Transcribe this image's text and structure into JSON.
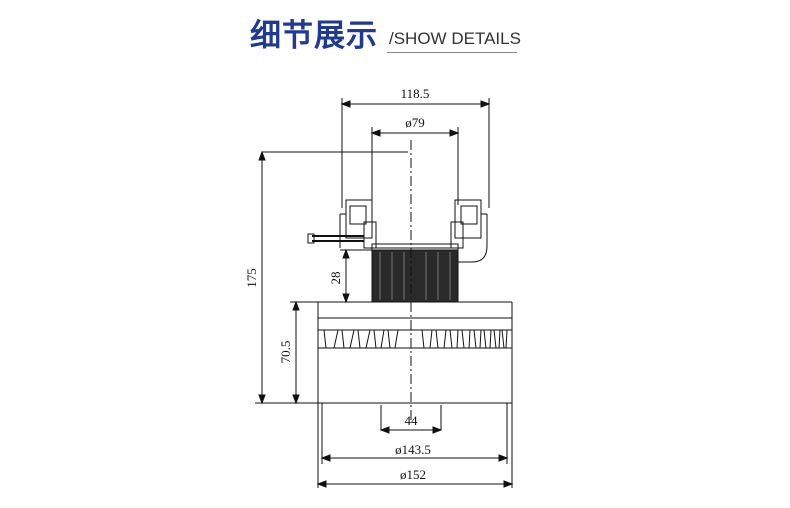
{
  "header": {
    "title": "细节展示",
    "subtitle": "/SHOW DETAILS"
  },
  "dimensions": {
    "top_width": "118.5",
    "top_diameter": "ø79",
    "total_height": "175",
    "neck_height": "28",
    "body_height": "70.5",
    "outlet_width": "44",
    "inner_diameter": "ø143.5",
    "outer_diameter": "ø152"
  },
  "colors": {
    "title": "#1f3a93",
    "line": "#111111"
  }
}
